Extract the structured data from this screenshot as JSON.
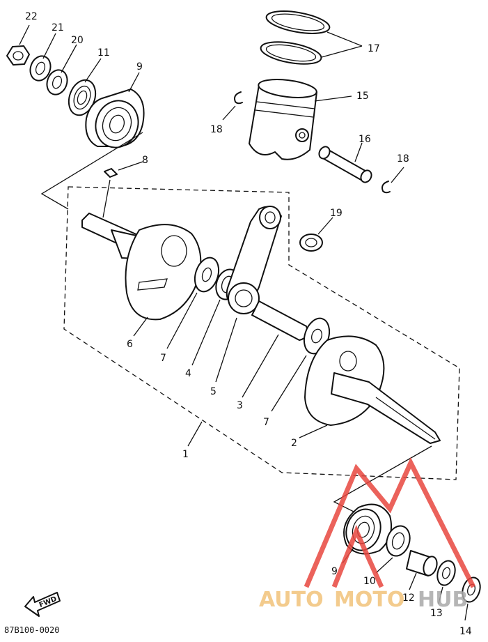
{
  "diagram": {
    "labels": [
      {
        "id": "22",
        "text": "22"
      },
      {
        "id": "21",
        "text": "21"
      },
      {
        "id": "20",
        "text": "20"
      },
      {
        "id": "11",
        "text": "11"
      },
      {
        "id": "9a",
        "text": "9"
      },
      {
        "id": "8",
        "text": "8"
      },
      {
        "id": "17",
        "text": "17"
      },
      {
        "id": "15",
        "text": "15"
      },
      {
        "id": "18a",
        "text": "18"
      },
      {
        "id": "16",
        "text": "16"
      },
      {
        "id": "18b",
        "text": "18"
      },
      {
        "id": "19",
        "text": "19"
      },
      {
        "id": "6",
        "text": "6"
      },
      {
        "id": "7a",
        "text": "7"
      },
      {
        "id": "4",
        "text": "4"
      },
      {
        "id": "5",
        "text": "5"
      },
      {
        "id": "3",
        "text": "3"
      },
      {
        "id": "7b",
        "text": "7"
      },
      {
        "id": "2",
        "text": "2"
      },
      {
        "id": "1",
        "text": "1"
      },
      {
        "id": "9b",
        "text": "9"
      },
      {
        "id": "10",
        "text": "10"
      },
      {
        "id": "12",
        "text": "12"
      },
      {
        "id": "13",
        "text": "13"
      },
      {
        "id": "14",
        "text": "14"
      }
    ],
    "code": "87B100-0020",
    "fwd_label": "FWD",
    "watermark": {
      "part1": "AUTO",
      "part2": "MOTO",
      "part3": "HUB",
      "colors": {
        "auto": "#f2c27a",
        "moto": "#f2c27a",
        "hub": "#a9a9a9",
        "triangle": "#e8473f"
      }
    }
  }
}
